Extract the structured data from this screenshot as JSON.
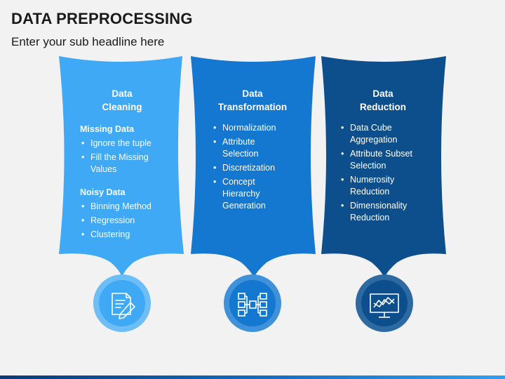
{
  "header": {
    "title": "DATA PREPROCESSING",
    "subtitle": "Enter your sub headline here"
  },
  "colors": {
    "panel_1": "#40a9f5",
    "panel_2": "#1477d0",
    "panel_3": "#0c4f8c",
    "circle_1_outer": "#6dbef7",
    "circle_2_outer": "#3f91d9",
    "circle_3_outer": "#2d6aa2"
  },
  "panels": [
    {
      "heading_line1": "Data",
      "heading_line2": "Cleaning",
      "icon": "document-pen-icon",
      "sections": [
        {
          "label": "Missing Data",
          "items": [
            "Ignore the tuple",
            "Fill the Missing Values"
          ]
        },
        {
          "label": "Noisy Data",
          "items": [
            "Binning Method",
            "Regression",
            "Clustering"
          ]
        }
      ]
    },
    {
      "heading_line1": "Data",
      "heading_line2": "Transformation",
      "icon": "flowchart-icon",
      "items": [
        "Normalization",
        "Attribute Selection",
        "Discretization",
        "Concept Hierarchy Generation"
      ]
    },
    {
      "heading_line1": "Data",
      "heading_line2": "Reduction",
      "icon": "monitor-chart-icon",
      "items": [
        "Data Cube Aggregation",
        "Attribute Subset Selection",
        "Numerosity Reduction",
        "Dimensionality Reduction"
      ]
    }
  ]
}
